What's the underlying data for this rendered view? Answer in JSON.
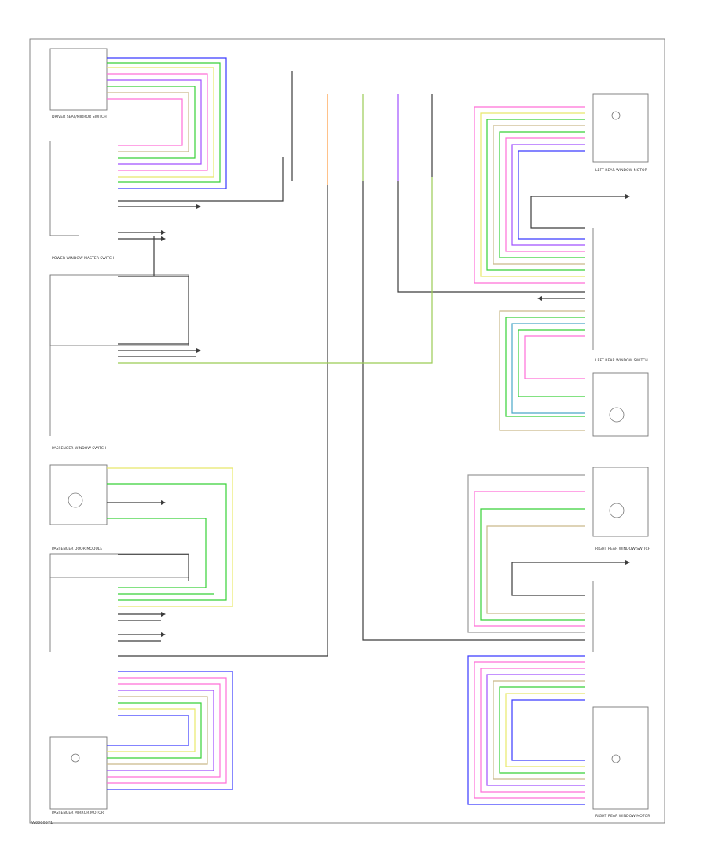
{
  "diagram": {
    "page_label": "W0000671",
    "components": [
      {
        "id": "driver-mirror-switch",
        "label": "DRIVER SEAT/MIRROR SWITCH"
      },
      {
        "id": "power-window-master",
        "label": "POWER WINDOW MASTER SWITCH"
      },
      {
        "id": "passenger-window-switch",
        "label": "PASSENGER WINDOW SWITCH"
      },
      {
        "id": "passenger-door-module",
        "label": "PASSENGER DOOR MODULE"
      },
      {
        "id": "passenger-mirror-motor",
        "label": "PASSENGER MIRROR MOTOR"
      },
      {
        "id": "left-rear-window-motor",
        "label": "LEFT REAR WINDOW MOTOR"
      },
      {
        "id": "left-rear-window-switch",
        "label": "LEFT REAR WINDOW SWITCH"
      },
      {
        "id": "right-rear-window-switch",
        "label": "RIGHT REAR WINDOW SWITCH"
      },
      {
        "id": "right-rear-window-motor",
        "label": "RIGHT REAR WINDOW MOTOR"
      }
    ],
    "colors": {
      "blue": "#3a3aff",
      "green": "#37d137",
      "yellow": "#e8e86a",
      "pink": "#ff6fd8",
      "violet": "#a050ff",
      "orange": "#ff9a3c",
      "khaki": "#c9b98a",
      "lime": "#9bcc55",
      "black": "#3c3c3c",
      "gray": "#9a9a9a",
      "cyan": "#4aa8c8"
    }
  }
}
